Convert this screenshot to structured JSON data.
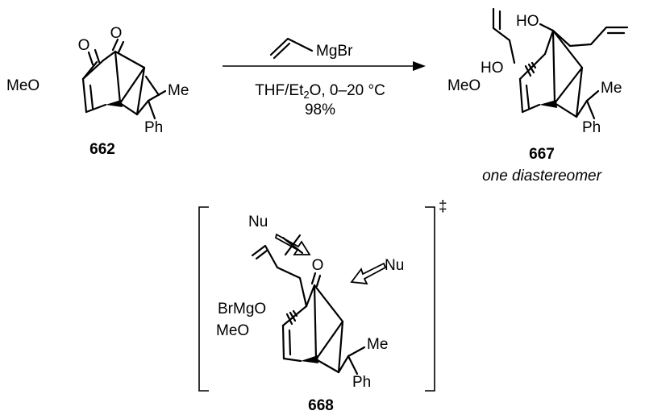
{
  "reaction": {
    "reagent_label": "MgBr",
    "solvent_conditions_prefix": "THF/Et",
    "solvent_conditions_subscript": "2",
    "solvent_conditions_suffix": "O, 0–20 °C",
    "yield": "98%"
  },
  "starting_material": {
    "id": "662",
    "labels": {
      "ketone_o_top": "O",
      "ketone_o_left": "O",
      "methoxy": "MeO",
      "methyl": "Me",
      "phenyl": "Ph"
    }
  },
  "product": {
    "id": "667",
    "note": "one diastereomer",
    "labels": {
      "hydroxyl_top": "HO",
      "hydroxyl_left": "HO",
      "methoxy": "MeO",
      "methyl": "Me",
      "phenyl": "Ph"
    }
  },
  "transition_state": {
    "id": "668",
    "symbol": "‡",
    "labels": {
      "nucleophile_blocked": "Nu",
      "nucleophile_attack": "Nu",
      "ketone_o": "O",
      "alkoxide": "BrMgO",
      "methoxy": "MeO",
      "methyl": "Me",
      "phenyl": "Ph"
    }
  }
}
